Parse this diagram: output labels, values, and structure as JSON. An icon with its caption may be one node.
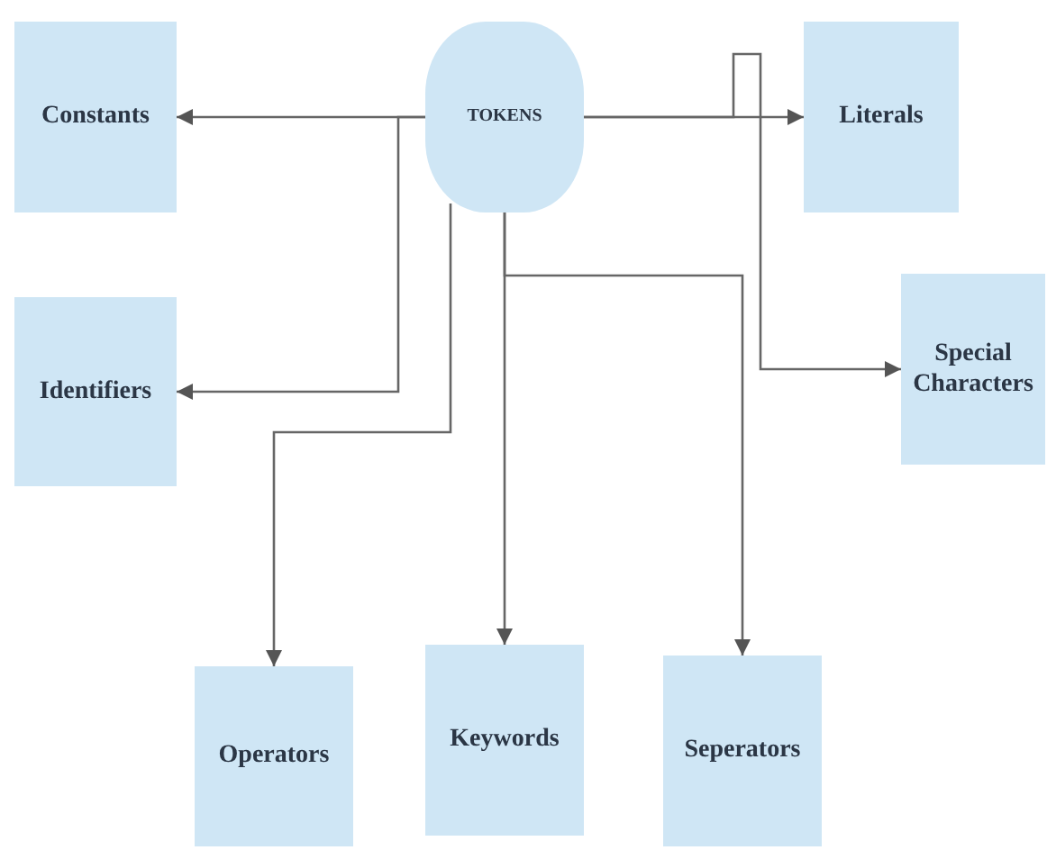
{
  "diagram": {
    "nodes": [
      {
        "text": [
          "TOKENS"
        ]
      },
      {
        "text": [
          "Constants"
        ]
      },
      {
        "text": [
          "Literals"
        ]
      },
      {
        "text": [
          "Identifiers"
        ]
      },
      {
        "text": [
          "Special Characters"
        ]
      },
      {
        "text": [
          "Operators"
        ]
      },
      {
        "text": [
          "Keywords"
        ]
      },
      {
        "text": [
          "Seperators"
        ]
      }
    ],
    "edges": [
      {
        "from": 0,
        "to": 1,
        "arrow": "to"
      },
      {
        "from": 0,
        "to": 2,
        "arrow": "to"
      },
      {
        "from": 0,
        "to": 3,
        "arrow": "to"
      },
      {
        "from": 0,
        "to": 4,
        "arrow": "to"
      },
      {
        "from": 0,
        "to": 5,
        "arrow": "to"
      },
      {
        "from": 0,
        "to": 6,
        "arrow": "to"
      },
      {
        "from": 0,
        "to": 7,
        "arrow": "to"
      }
    ]
  }
}
